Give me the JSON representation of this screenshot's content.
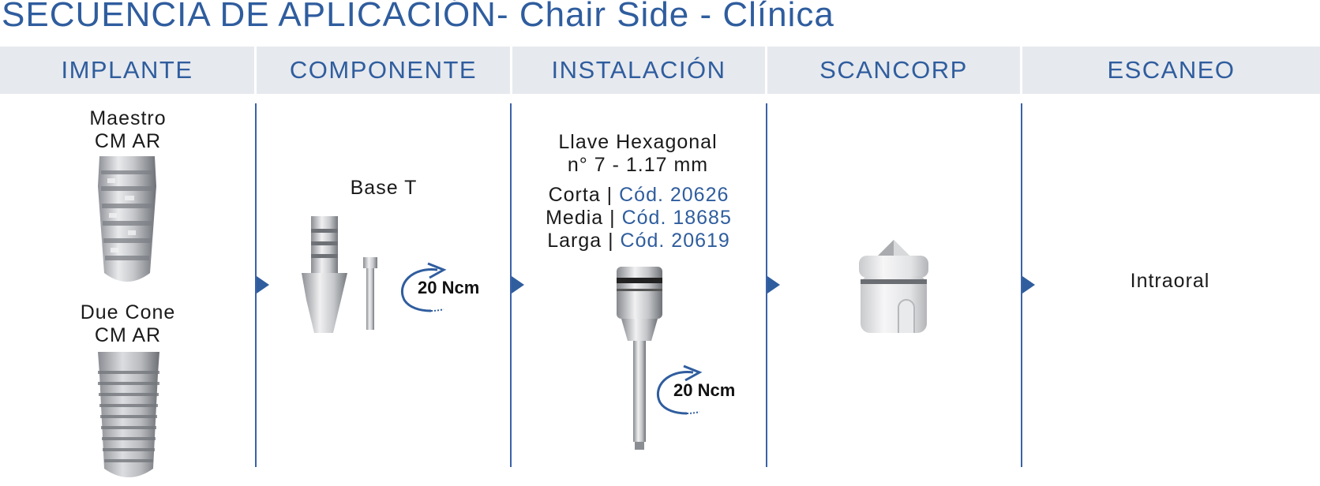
{
  "title": "SECUENCIA DE APLICACIÓN- Chair Side - Clínica",
  "columns": [
    "IMPLANTE",
    "COMPONENTE",
    "INSTALACIÓN",
    "SCANCORP",
    "ESCANEO"
  ],
  "implante": {
    "item1": {
      "line1": "Maestro",
      "line2": "CM AR"
    },
    "item2": {
      "line1": "Due Cone",
      "line2": "CM AR"
    }
  },
  "componente": {
    "label": "Base T",
    "torque": "20 Ncm"
  },
  "instalacion": {
    "line1": "Llave Hexagonal",
    "line2": "n° 7 - 1.17 mm",
    "variants": [
      {
        "name": "Corta |",
        "code": "Cód. 20626"
      },
      {
        "name": "Media |",
        "code": "Cód. 18685"
      },
      {
        "name": "Larga |",
        "code": "Cód. 20619"
      }
    ],
    "torque": "20 Ncm"
  },
  "escaneo": {
    "label": "Intraoral"
  },
  "colors": {
    "accent": "#2f5d9e",
    "header_bg": "#e6e9ee",
    "divider": "#3a62a7"
  }
}
